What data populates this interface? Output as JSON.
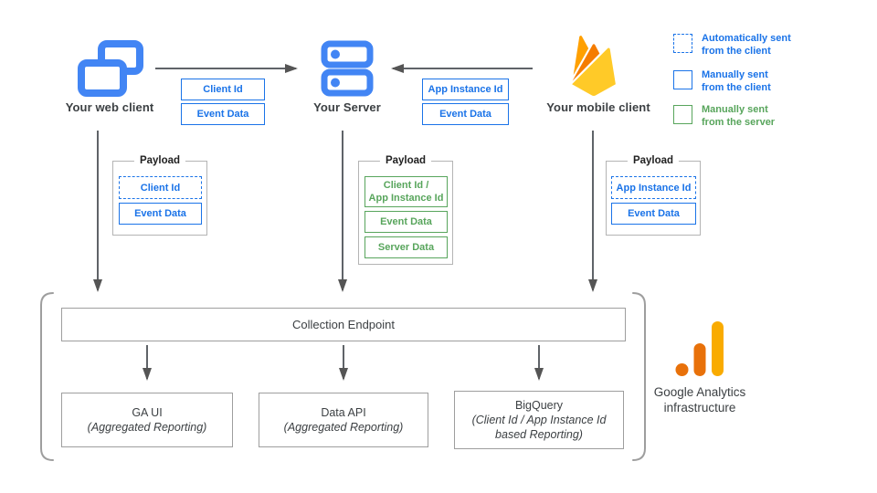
{
  "clients": {
    "web": {
      "label": "Your web client"
    },
    "server": {
      "label": "Your Server"
    },
    "mobile": {
      "label": "Your mobile client"
    }
  },
  "transfers": {
    "web_to_server": {
      "items": [
        "Client Id",
        "Event Data"
      ]
    },
    "mobile_to_server": {
      "items": [
        "App Instance Id",
        "Event Data"
      ]
    }
  },
  "legend": {
    "items": [
      {
        "line1": "Automatically sent",
        "line2": "from the client",
        "style": "dashed-blue"
      },
      {
        "line1": "Manually sent",
        "line2": "from the client",
        "style": "solid-blue"
      },
      {
        "line1": "Manually sent",
        "line2": "from the server",
        "style": "solid-green"
      }
    ]
  },
  "payloads": {
    "title": "Payload",
    "web": {
      "items": [
        "Client Id",
        "Event Data"
      ]
    },
    "server": {
      "items": [
        {
          "line1": "Client Id /",
          "line2": "App Instance Id"
        },
        "Event Data",
        "Server Data"
      ]
    },
    "mobile": {
      "items": [
        "App Instance Id",
        "Event Data"
      ]
    }
  },
  "infrastructure": {
    "endpoint": "Collection Endpoint",
    "outputs": [
      {
        "title": "GA UI",
        "subtitle": "(Aggregated Reporting)"
      },
      {
        "title": "Data API",
        "subtitle": "(Aggregated Reporting)"
      },
      {
        "title": "BigQuery",
        "subtitle": "(Client Id / App Instance Id based Reporting)"
      }
    ],
    "brand": {
      "line1": "Google Analytics",
      "line2": "infrastructure"
    }
  },
  "colors": {
    "blue_accent": "#1A73E8",
    "icon_blue": "#4285F4",
    "green_accent": "#58A55C",
    "arrow_gray": "#5F6368",
    "border_gray": "#9E9E9E",
    "firebase_yellow": "#FFCA28",
    "firebase_orange": "#F57C00",
    "firebase_amber": "#FFA000",
    "ga_amber": "#F9AB00",
    "ga_orange": "#E8710A"
  }
}
